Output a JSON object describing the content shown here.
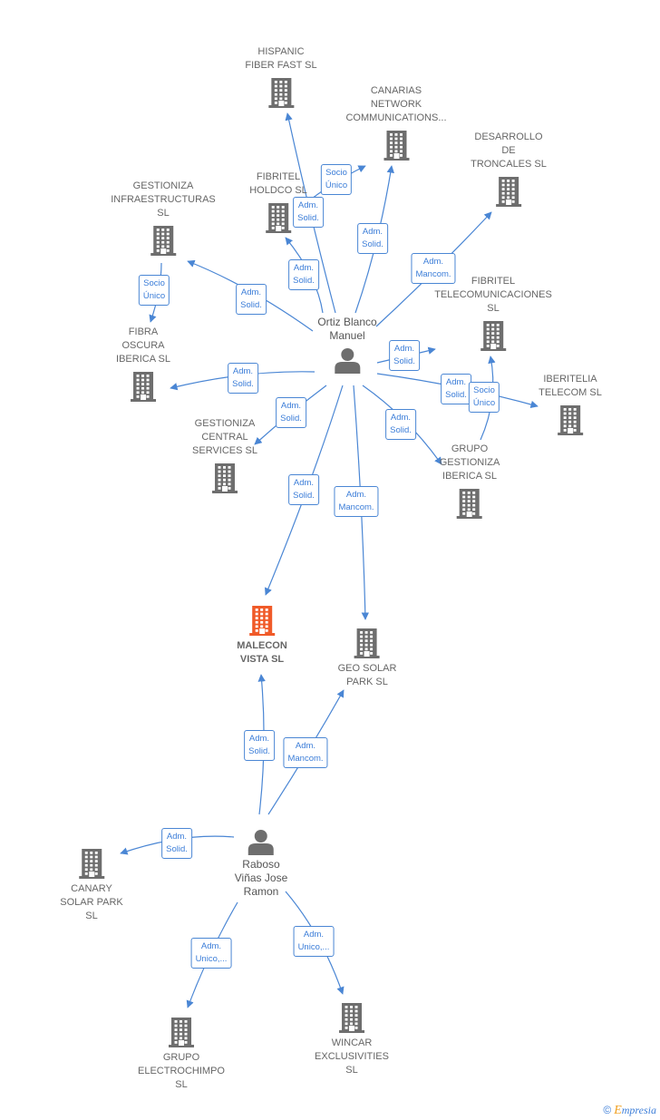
{
  "colors": {
    "edge": "#4a86d4",
    "building": "#6e6e6e",
    "focus_building": "#f05a28",
    "person": "#6e6e6e"
  },
  "nodes": [
    {
      "id": "hispanic",
      "type": "company",
      "label": "HISPANIC\nFIBER FAST  SL"
    },
    {
      "id": "canarias",
      "type": "company",
      "label": "CANARIAS\nNETWORK\nCOMMUNICATIONS..."
    },
    {
      "id": "desarrollo",
      "type": "company",
      "label": "DESARROLLO\nDE\nTRONCALES  SL"
    },
    {
      "id": "fibritel_holdco",
      "type": "company",
      "label": "FIBRITEL\nHOLDCO  SL"
    },
    {
      "id": "gestioniza_infra",
      "type": "company",
      "label": "GESTIONIZA\nINFRAESTRUCTURAS\nSL"
    },
    {
      "id": "fibra_oscura",
      "type": "company",
      "label": "FIBRA\nOSCURA\nIBERICA  SL"
    },
    {
      "id": "fibritel_tel",
      "type": "company",
      "label": "FIBRITEL\nTELECOMUNICACIONES\nSL"
    },
    {
      "id": "iberitelia",
      "type": "company",
      "label": "IBERITELIA\nTELECOM  SL"
    },
    {
      "id": "gestioniza_central",
      "type": "company",
      "label": "GESTIONIZA\nCENTRAL\nSERVICES  SL"
    },
    {
      "id": "grupo_gestioniza",
      "type": "company",
      "label": "GRUPO\nGESTIONIZA\nIBERICA  SL"
    },
    {
      "id": "ortiz",
      "type": "person",
      "label": "Ortiz Blanco\nManuel"
    },
    {
      "id": "malecon",
      "type": "focus",
      "label": "MALECON\nVISTA  SL"
    },
    {
      "id": "geo_solar",
      "type": "company",
      "label": "GEO SOLAR\nPARK  SL"
    },
    {
      "id": "raboso",
      "type": "person",
      "label": "Raboso\nViñas Jose\nRamon"
    },
    {
      "id": "canary_solar",
      "type": "company",
      "label": "CANARY\nSOLAR PARK\nSL"
    },
    {
      "id": "grupo_electro",
      "type": "company",
      "label": "GRUPO\nELECTROCHIMPO\nSL"
    },
    {
      "id": "wincar",
      "type": "company",
      "label": "WINCAR\nEXCLUSIVITIES\nSL"
    }
  ],
  "edges": [
    {
      "from": "ortiz",
      "to": "hispanic",
      "label": "Adm.\nSolid."
    },
    {
      "from": "fibritel_holdco",
      "to": "canarias",
      "label": "Socio\nÚnico"
    },
    {
      "from": "ortiz",
      "to": "canarias",
      "label": "Adm.\nSolid."
    },
    {
      "from": "ortiz",
      "to": "desarrollo",
      "label": "Adm.\nMancom."
    },
    {
      "from": "ortiz",
      "to": "fibritel_holdco",
      "label": "Adm.\nSolid."
    },
    {
      "from": "ortiz",
      "to": "gestioniza_infra",
      "label": "Adm.\nSolid."
    },
    {
      "from": "gestioniza_infra",
      "to": "fibra_oscura",
      "label": "Socio\nÚnico"
    },
    {
      "from": "ortiz",
      "to": "fibra_oscura",
      "label": "Adm.\nSolid."
    },
    {
      "from": "ortiz",
      "to": "fibritel_tel",
      "label": "Adm.\nSolid."
    },
    {
      "from": "ortiz",
      "to": "iberitelia",
      "label": "Adm.\nSolid."
    },
    {
      "from": "grupo_gestioniza",
      "to": "fibritel_tel",
      "label": "Socio\nÚnico"
    },
    {
      "from": "ortiz",
      "to": "gestioniza_central",
      "label": "Adm.\nSolid."
    },
    {
      "from": "ortiz",
      "to": "grupo_gestioniza",
      "label": "Adm.\nSolid."
    },
    {
      "from": "ortiz",
      "to": "malecon",
      "label": "Adm.\nSolid."
    },
    {
      "from": "ortiz",
      "to": "geo_solar",
      "label": "Adm.\nMancom."
    },
    {
      "from": "raboso",
      "to": "malecon",
      "label": "Adm.\nSolid."
    },
    {
      "from": "raboso",
      "to": "geo_solar",
      "label": "Adm.\nMancom."
    },
    {
      "from": "raboso",
      "to": "canary_solar",
      "label": "Adm.\nSolid."
    },
    {
      "from": "raboso",
      "to": "grupo_electro",
      "label": "Adm.\nUnico,..."
    },
    {
      "from": "raboso",
      "to": "wincar",
      "label": "Adm.\nUnico,..."
    }
  ],
  "footer": {
    "copyright": "©",
    "brand_initial": "E",
    "brand_rest": "mpresia"
  }
}
